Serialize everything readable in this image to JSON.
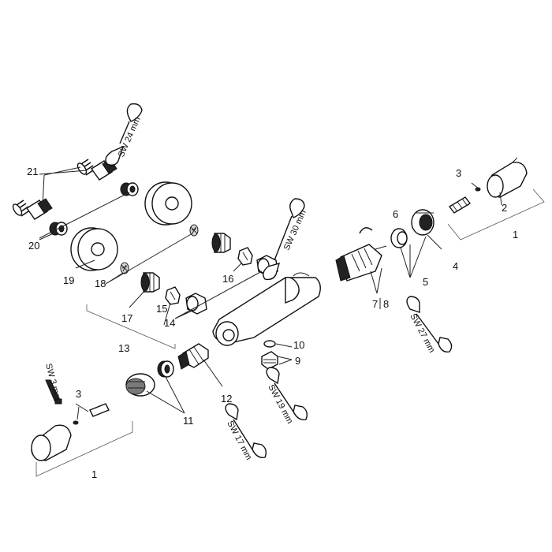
{
  "labels": {
    "n1_right": "1",
    "n2": "2",
    "n3_right": "3",
    "n4": "4",
    "n5": "5",
    "n6": "6",
    "n7": "7",
    "n8": "8",
    "n9": "9",
    "n10": "10",
    "n11": "11",
    "n12": "12",
    "n13": "13",
    "n14": "14",
    "n15": "15",
    "n16": "16",
    "n17": "17",
    "n18": "18",
    "n19": "19",
    "n20": "20",
    "n21": "21",
    "n1_left": "1",
    "n3_left": "3"
  },
  "tools": {
    "sw24": "SW 24 mm",
    "sw30": "SW 30 mm",
    "sw27": "SW 27 mm",
    "sw19": "SW 19 mm",
    "sw17": "SW 17 mm",
    "sw3": "SW 3 mm"
  }
}
